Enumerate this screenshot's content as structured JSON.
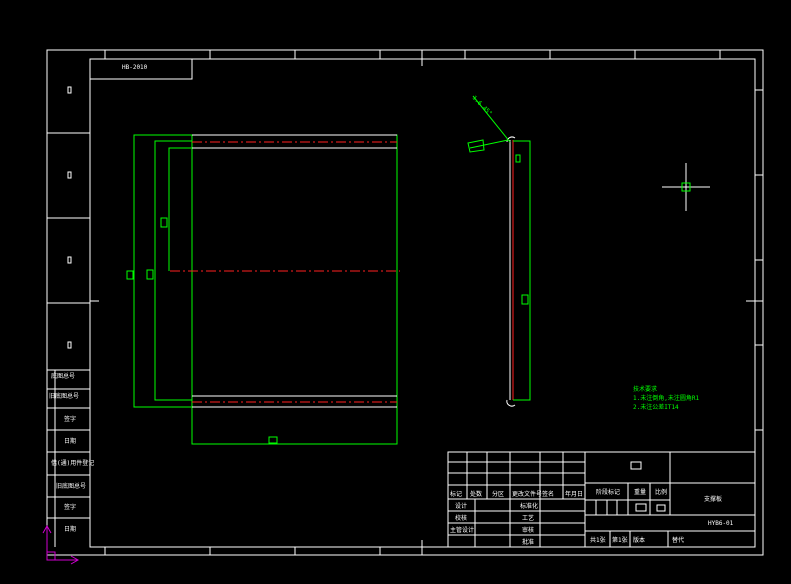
{
  "drawing": {
    "top_left_code": "HB-2010",
    "tech_requirements": {
      "title": "技术要求",
      "line1": "1.未注倒角,未注圆角R1",
      "line2": "2.未注公差IT14"
    },
    "side_labels": [
      "底图总号",
      "旧底图总号",
      "签字",
      "日期",
      "借(通)用件登记",
      "旧底图总号",
      "签字",
      "日期"
    ],
    "title_block": {
      "header_row": [
        "标记",
        "处数",
        "分区",
        "更改文件号",
        "签名",
        "年月日"
      ],
      "rows": [
        [
          "设计",
          "",
          "标准化"
        ],
        [
          "校核",
          "",
          "工艺"
        ],
        [
          "主管设计",
          "",
          "审核"
        ],
        [
          "",
          "",
          "批准"
        ]
      ],
      "stage_headers": [
        "阶段标记",
        "重量",
        "比例"
      ],
      "part_name": "支撑板",
      "drawing_number": "HYB6-01",
      "bottom_row": [
        "共1张",
        "第1张",
        "版本",
        "替代"
      ]
    }
  }
}
